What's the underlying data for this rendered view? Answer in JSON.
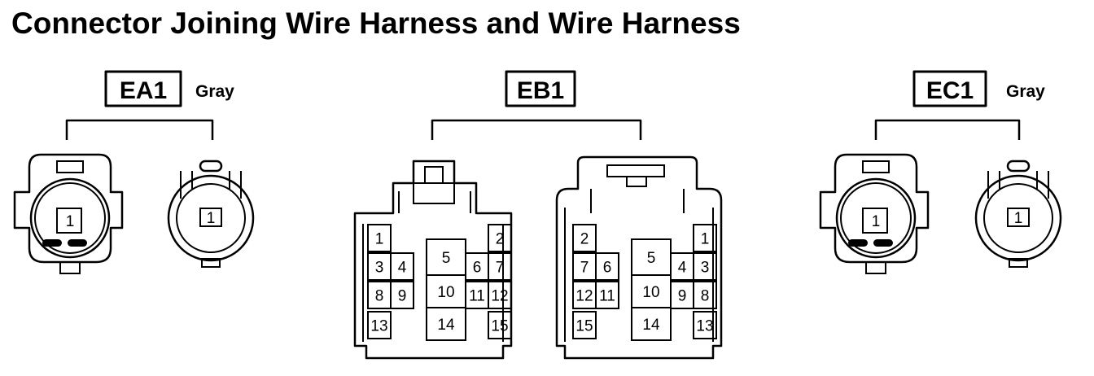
{
  "title": "Connector Joining Wire Harness and Wire Harness",
  "connectors": [
    {
      "id": "EA1",
      "color": "Gray",
      "pins": [
        "1",
        "1"
      ]
    },
    {
      "id": "EB1",
      "color": "",
      "pins_left": [
        "1",
        "2",
        "3",
        "4",
        "5",
        "6",
        "7",
        "8",
        "9",
        "10",
        "11",
        "12",
        "13",
        "14",
        "15"
      ],
      "pins_right": [
        "2",
        "1",
        "7",
        "6",
        "5",
        "4",
        "3",
        "12",
        "11",
        "10",
        "9",
        "8",
        "15",
        "14",
        "13"
      ]
    },
    {
      "id": "EC1",
      "color": "Gray",
      "pins": [
        "1",
        "1"
      ]
    }
  ]
}
